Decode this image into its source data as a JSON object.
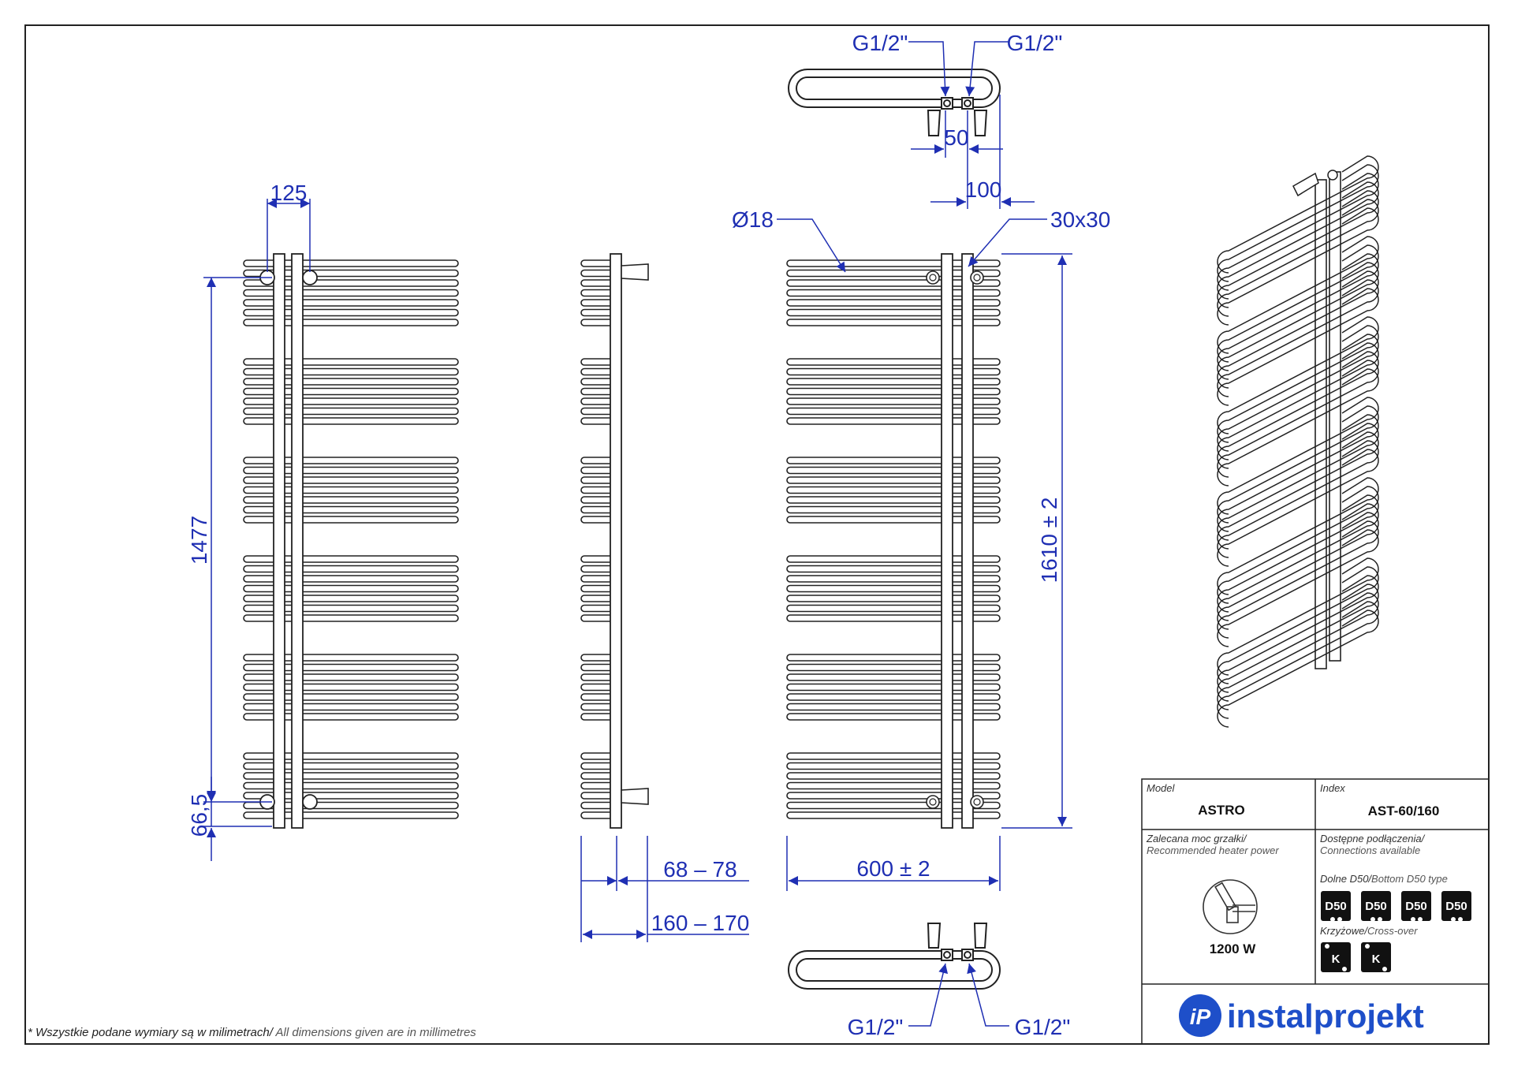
{
  "drawing": {
    "front": {
      "width_between_pipes": "125",
      "connection_spacing": "1477",
      "bottom_offset": "66,5"
    },
    "side": {
      "depth_min": "68 – 78",
      "depth_max": "160 – 170"
    },
    "front_right": {
      "tube_diameter": "Ø18",
      "collector_profile": "30x30",
      "height": "1610 ± 2",
      "width": "600 ± 2"
    },
    "top": {
      "thread_left": "G1/2\"",
      "thread_right": "G1/2\"",
      "valve_spacing": "50",
      "wall_offset": "100"
    },
    "bottom": {
      "thread_left": "G1/2\"",
      "thread_right": "G1/2\""
    }
  },
  "title_block": {
    "model_label": "Model",
    "model_value": "ASTRO",
    "index_label": "Index",
    "index_value": "AST-60/160",
    "heater_label_pl": "Zalecana moc grzałki/",
    "heater_label_en": "Recommended heater power",
    "heater_power": "1200 W",
    "connections_label_pl": "Dostępne podłączenia/",
    "connections_label_en": "Connections available",
    "bottom_type_pl": "Dolne D50/",
    "bottom_type_en": "Bottom D50 type",
    "bottom_chips": [
      "D50",
      "D50",
      "D50",
      "D50"
    ],
    "cross_pl": "Krzyżowe/",
    "cross_en": "Cross-over",
    "cross_chips": [
      "K",
      "K"
    ]
  },
  "footnote": {
    "pl": "* Wszystkie podane wymiary są w milimetrach/",
    "en": " All dimensions given are in millimetres"
  },
  "brand": {
    "name": "instalprojekt",
    "logo_mark": "iP",
    "color": "#1e4fc9"
  },
  "colors": {
    "dimension": "#1f2fb3",
    "line": "#222222"
  }
}
